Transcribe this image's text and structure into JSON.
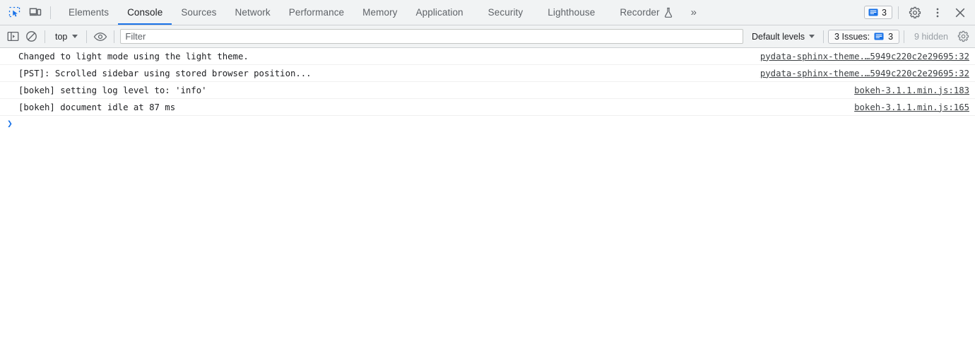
{
  "tabbar": {
    "inspect_icon": "inspect-cursor-icon",
    "device_icon": "device-toolbar-icon",
    "tabs": [
      {
        "label": "Elements",
        "active": false
      },
      {
        "label": "Console",
        "active": true
      },
      {
        "label": "Sources",
        "active": false
      },
      {
        "label": "Network",
        "active": false
      },
      {
        "label": "Performance",
        "active": false
      },
      {
        "label": "Memory",
        "active": false
      },
      {
        "label": "Application",
        "active": false
      },
      {
        "label": "Security",
        "active": false
      },
      {
        "label": "Lighthouse",
        "active": false
      },
      {
        "label": "Recorder",
        "active": false
      }
    ],
    "recorder_icon": "flask-icon",
    "more_tabs_label": "»",
    "message_count": "3",
    "message_icon": "speech-bubble-icon",
    "settings_icon": "gear-icon",
    "more_options_icon": "kebab-menu-icon",
    "close_icon": "close-icon",
    "accent_color": "#1a73e8",
    "background_color": "#f1f3f4"
  },
  "console_toolbar": {
    "sidebar_toggle_icon": "console-sidebar-icon",
    "clear_icon": "clear-console-icon",
    "context": "top",
    "eye_icon": "live-expression-eye-icon",
    "filter_placeholder": "Filter",
    "filter_value": "",
    "levels_label": "Default levels",
    "issues_label": "3 Issues:",
    "issues_count": "3",
    "issues_icon": "speech-bubble-icon",
    "hidden_label": "9 hidden",
    "settings_icon": "gear-icon"
  },
  "console": {
    "entries": [
      {
        "message": "Changed to light mode using the light theme.",
        "source": "pydata-sphinx-theme.…5949c220c2e29695:32"
      },
      {
        "message": "[PST]: Scrolled sidebar using stored browser position...",
        "source": "pydata-sphinx-theme.…5949c220c2e29695:32"
      },
      {
        "message": "[bokeh] setting log level to: 'info'",
        "source": "bokeh-3.1.1.min.js:183"
      },
      {
        "message": "[bokeh] document idle at 87 ms",
        "source": "bokeh-3.1.1.min.js:165"
      }
    ],
    "prompt_symbol": "❯",
    "prompt_value": ""
  }
}
